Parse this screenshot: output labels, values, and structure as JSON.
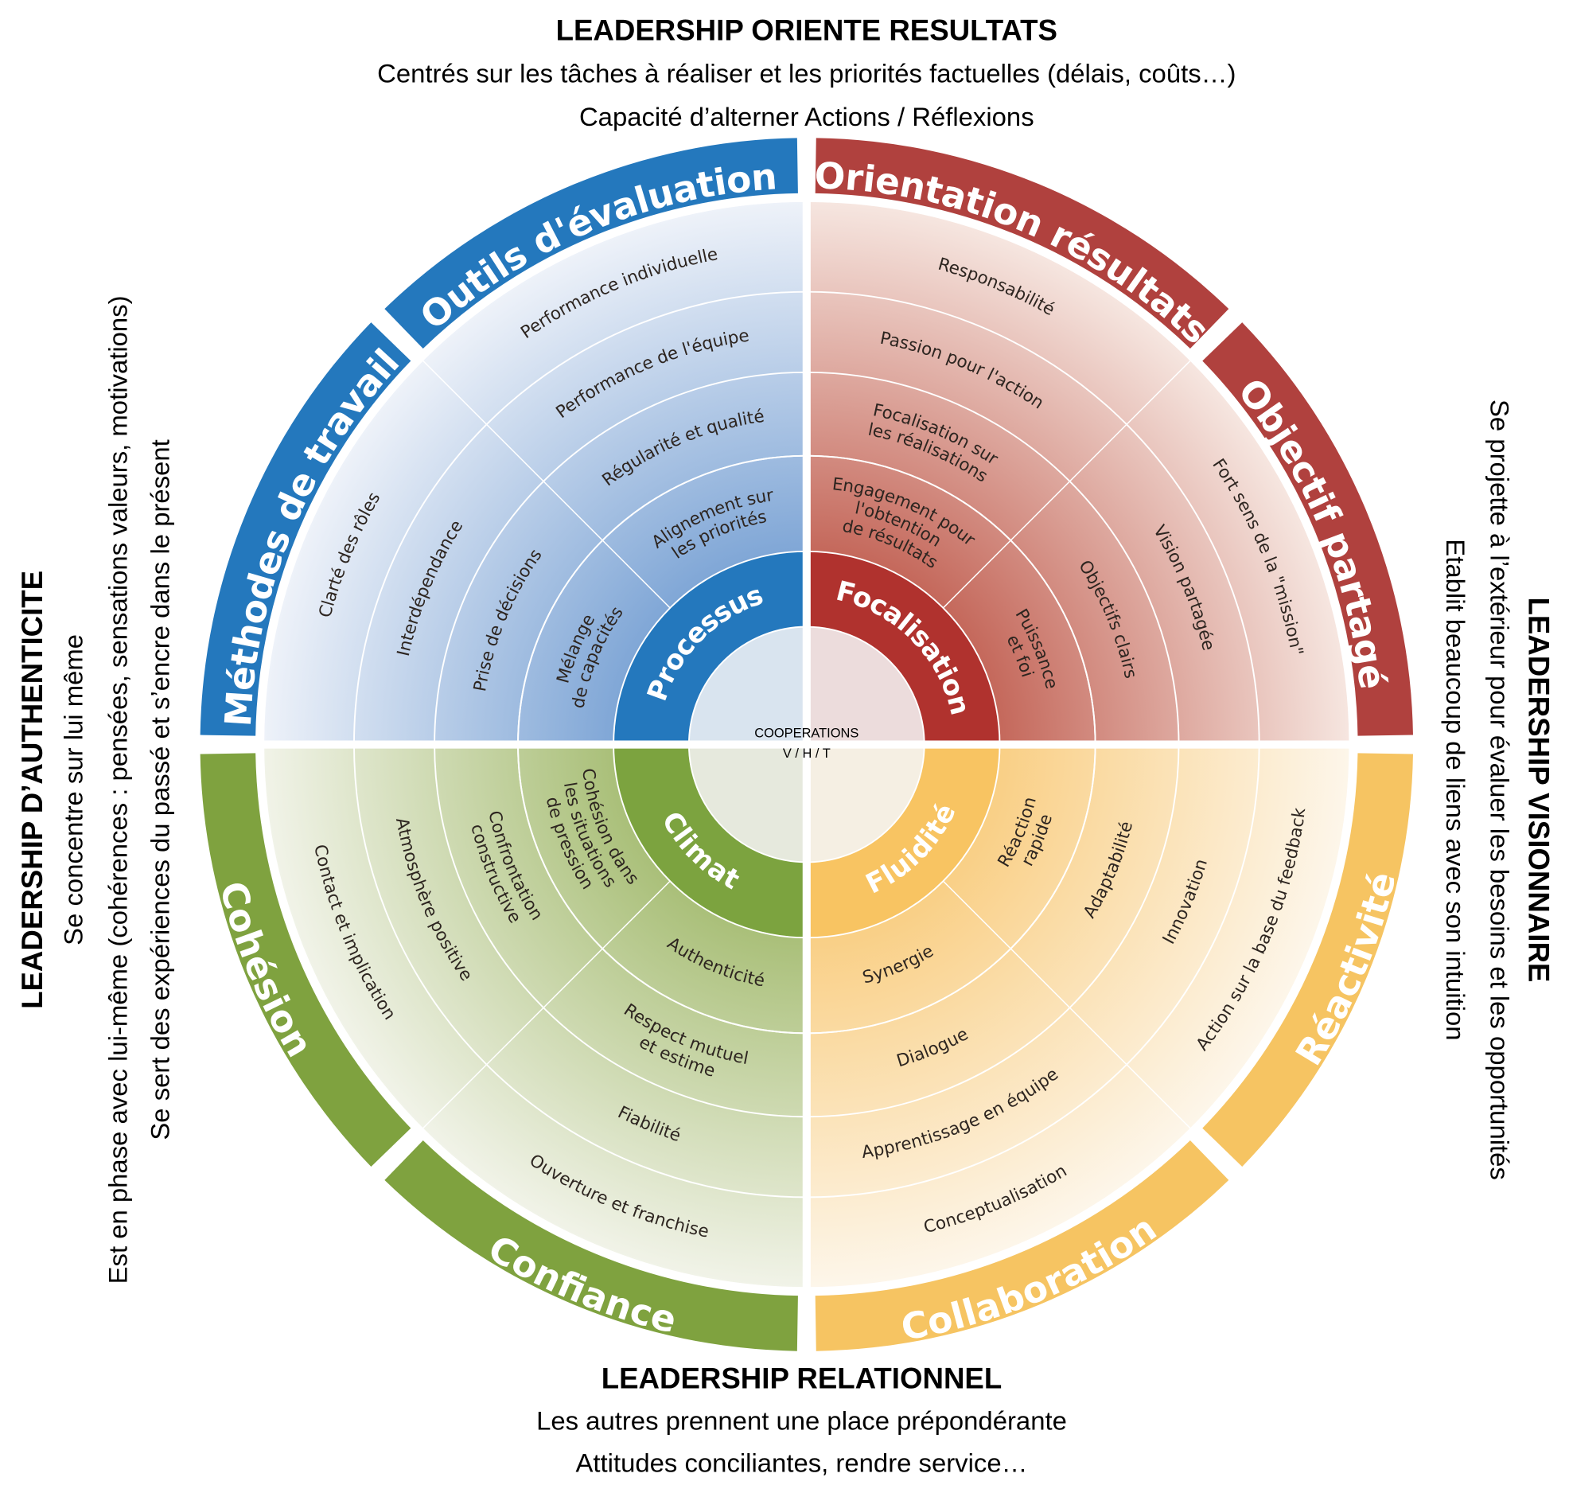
{
  "top": {
    "title": "LEADERSHIP ORIENTE RESULTATS",
    "lines": [
      "Centrés sur les tâches à réaliser et les priorités factuelles (délais, coûts…)",
      "Capacité d’alterner Actions / Réflexions"
    ]
  },
  "bottom": {
    "title": "LEADERSHIP RELATIONNEL",
    "lines": [
      "Les autres prennent une place prépondérante",
      "Attitudes conciliantes, rendre service…"
    ]
  },
  "left": {
    "title": "LEADERSHIP D’AUTHENTICITE",
    "lines": [
      "Se concentre sur lui même",
      "Est en phase avec lui-même (cohérences : pensées, sensations valeurs, motivations)",
      "Se sert des expériences du passé et s’encre dans le présent"
    ]
  },
  "right": {
    "title": "LEADERSHIP VISIONNAIRE",
    "lines": [
      "Se projette à l’extérieur pour évaluer les besoins et les opportunités",
      "Etablit beaucoup de liens avec son intuition"
    ]
  },
  "center": {
    "title": "COOPERATIONS",
    "subtitle": "V / H / T"
  },
  "quadrants": [
    {
      "core": "Processus",
      "colors": {
        "band": "#2478bd",
        "core": "#2478bd",
        "dark": "#7fa6d6",
        "light": "#eef2f9",
        "hub": "#d9e4ef"
      },
      "band": [
        "Outils d'évaluation",
        "Méthodes de travail"
      ],
      "rings": [
        {
          "a": [
            "Performance individuelle"
          ],
          "b": [
            "Clarté des rôles"
          ]
        },
        {
          "a": [
            "Performance de l'équipe"
          ],
          "b": [
            "Interdépendance"
          ]
        },
        {
          "a": [
            "Régularité et qualité"
          ],
          "b": [
            "Prise de décisions"
          ]
        },
        {
          "a": [
            "Alignement sur",
            "les priorités"
          ],
          "b": [
            "Mélange",
            "de capacités"
          ]
        }
      ]
    },
    {
      "core": "Focalisation",
      "colors": {
        "band": "#b0413e",
        "core": "#b0322e",
        "dark": "#c4675a",
        "light": "#f6e6e0",
        "hub": "#ecdcdc"
      },
      "band": [
        "Orientation résultats",
        "Objectif partagé"
      ],
      "rings": [
        {
          "a": [
            "Responsabilité"
          ],
          "b": [
            "Fort sens de la \"mission\""
          ]
        },
        {
          "a": [
            "Passion pour l'action"
          ],
          "b": [
            "Vision partagée"
          ]
        },
        {
          "a": [
            "Focalisation sur",
            "les réalisations"
          ],
          "b": [
            "Objectifs clairs"
          ]
        },
        {
          "a": [
            "Engagement pour",
            "l'obtention",
            "de résultats"
          ],
          "b": [
            "Puissance",
            "et foi"
          ]
        }
      ]
    },
    {
      "core": "Fluidité",
      "colors": {
        "band": "#f6c462",
        "core": "#f8c462",
        "dark": "#f9cf85",
        "light": "#fdf6ea",
        "hub": "#f5efe3"
      },
      "band": [
        "Réactivité",
        "Collaboration"
      ],
      "rings": [
        {
          "a": [
            "Action sur la base du feedback"
          ],
          "b": [
            "Conceptualisation"
          ]
        },
        {
          "a": [
            "Innovation"
          ],
          "b": [
            "Apprentissage en équipe"
          ]
        },
        {
          "a": [
            "Adaptabilité"
          ],
          "b": [
            "Dialogue"
          ]
        },
        {
          "a": [
            "Réaction",
            "rapide"
          ],
          "b": [
            "Synergie"
          ]
        }
      ]
    },
    {
      "core": "Climat",
      "colors": {
        "band": "#7fa23f",
        "core": "#7ca33f",
        "dark": "#a9bf78",
        "light": "#f1f3e8",
        "hub": "#e6e9dd"
      },
      "band": [
        "Confiance",
        "Cohésion"
      ],
      "rings": [
        {
          "a": [
            "Ouverture et franchise"
          ],
          "b": [
            "Contact et implication"
          ]
        },
        {
          "a": [
            "Fiabilité"
          ],
          "b": [
            "Atmosphère positive"
          ]
        },
        {
          "a": [
            "Respect mutuel",
            "et estime"
          ],
          "b": [
            "Confrontation",
            "constructive"
          ]
        },
        {
          "a": [
            "Authenticité"
          ],
          "b": [
            "Cohésion dans",
            "les situations",
            "de pression"
          ]
        }
      ]
    }
  ]
}
